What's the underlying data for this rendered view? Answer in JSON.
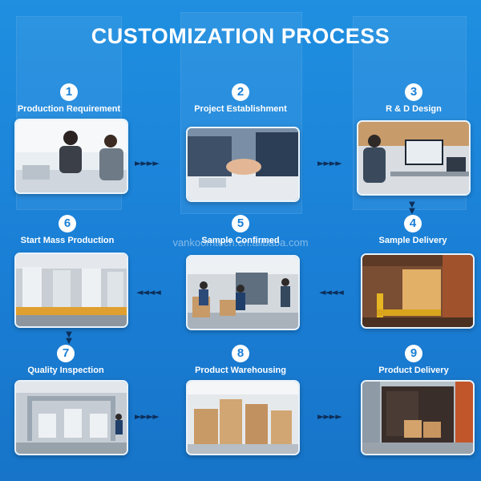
{
  "title": "CUSTOMIZATION PROCESS",
  "watermark": "vankoomtech.en.alibaba.com",
  "steps": [
    {
      "number": "1",
      "label": "Production Requirement",
      "photo": "meeting-photo"
    },
    {
      "number": "2",
      "label": "Project Establishment",
      "photo": "handshake-photo"
    },
    {
      "number": "3",
      "label": "R & D Design",
      "photo": "design-workstation-photo"
    },
    {
      "number": "4",
      "label": "Sample Delivery",
      "photo": "pallet-truck-photo"
    },
    {
      "number": "5",
      "label": "Sample Confirmed",
      "photo": "warehouse-workers-photo"
    },
    {
      "number": "6",
      "label": "Start Mass Production",
      "photo": "production-line-photo"
    },
    {
      "number": "7",
      "label": "Quality Inspection",
      "photo": "inspection-line-photo"
    },
    {
      "number": "8",
      "label": "Product Warehousing",
      "photo": "carton-stacks-photo"
    },
    {
      "number": "9",
      "label": "Product Delivery",
      "photo": "shipping-container-photo"
    }
  ],
  "connectors": {
    "right": "►►►►",
    "left": "◄◄◄◄",
    "down": "▼"
  },
  "colors": {
    "background": "#1a7fd6",
    "badge_text": "#1a7fd6",
    "arrow": "#0d2f5a"
  }
}
